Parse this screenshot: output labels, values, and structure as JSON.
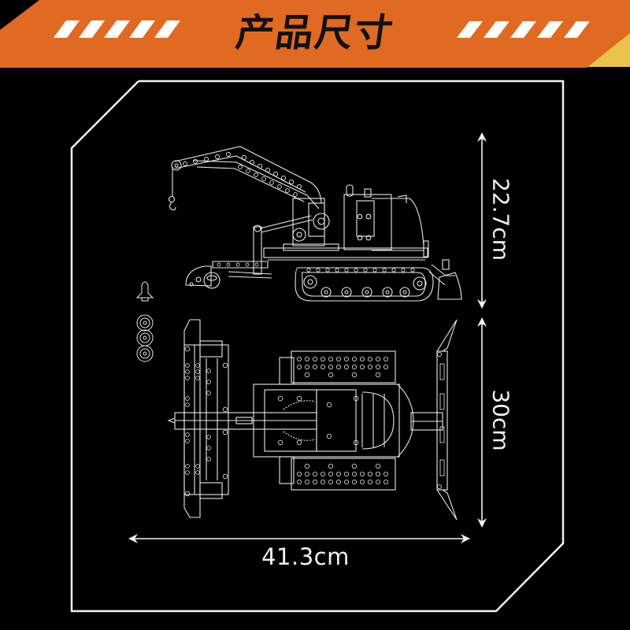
{
  "header": {
    "title": "产品尺寸",
    "banner_color": "#e06a22",
    "accent_fold_color": "#e8c24a",
    "stripe_color": "#ffffff",
    "stripes_left_count": 5,
    "stripes_right_count": 5
  },
  "frame": {
    "stroke_color": "#f2f2f2"
  },
  "dimensions": {
    "height_upper": "22.7cm",
    "height_lower": "30cm",
    "width": "41.3cm"
  },
  "drawings": {
    "side_view": "snow-groomer-crane-side-view",
    "top_view": "snow-groomer-crane-top-view",
    "spare_parts": [
      "cone-part",
      "disc-part",
      "disc-part",
      "disc-part"
    ],
    "line_color": "#e8e8e8"
  }
}
